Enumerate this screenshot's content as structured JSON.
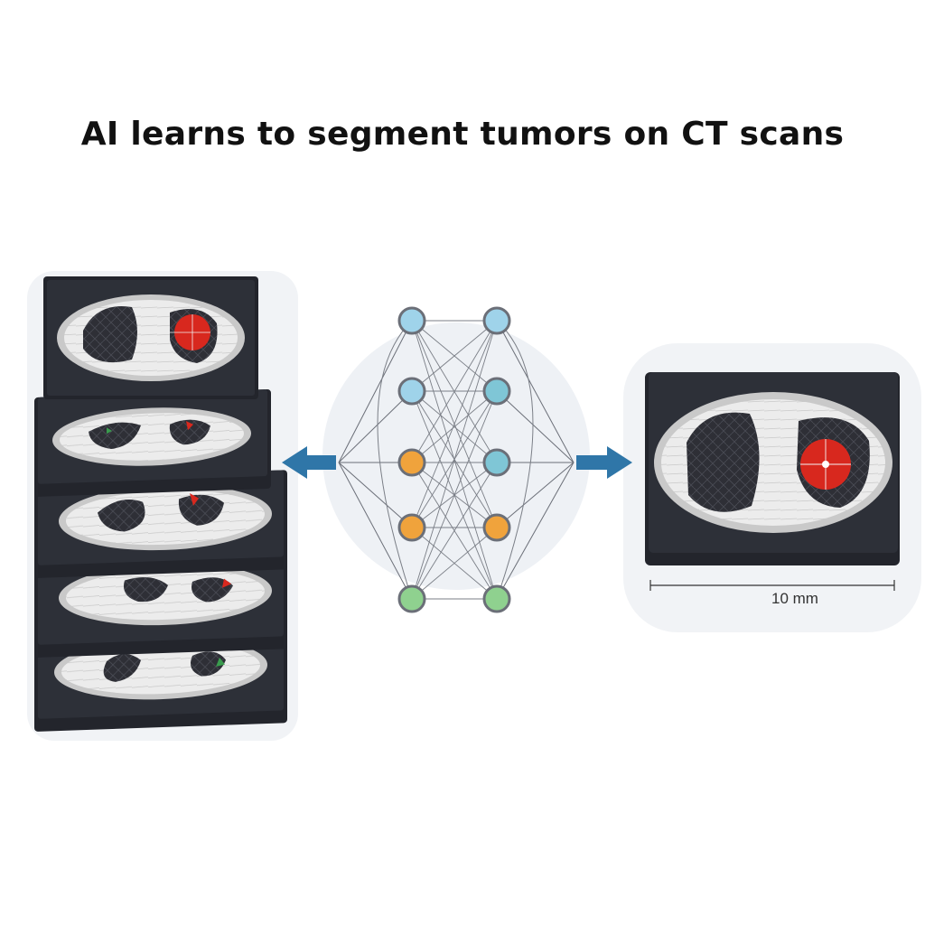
{
  "title": "AI learns to segment tumors on CT scans",
  "scale_bar": {
    "label": "10 mm"
  },
  "input_stack": {
    "slice_count": 5
  },
  "network": {
    "layers": [
      [
        "#9fd3ea",
        "#9fd3ea",
        "#f0a33c",
        "#f0a33c",
        "#8fd18f"
      ],
      [
        "#9fd3ea",
        "#7fc6d6",
        "#7fc6d6",
        "#f0a33c",
        "#8fd18f"
      ]
    ]
  },
  "colors": {
    "slice_frame": "#2d3038",
    "lung": "#2e2f36",
    "tumor": "#d8281e",
    "arrow": "#2f76a8",
    "halo": "#eef1f5"
  }
}
